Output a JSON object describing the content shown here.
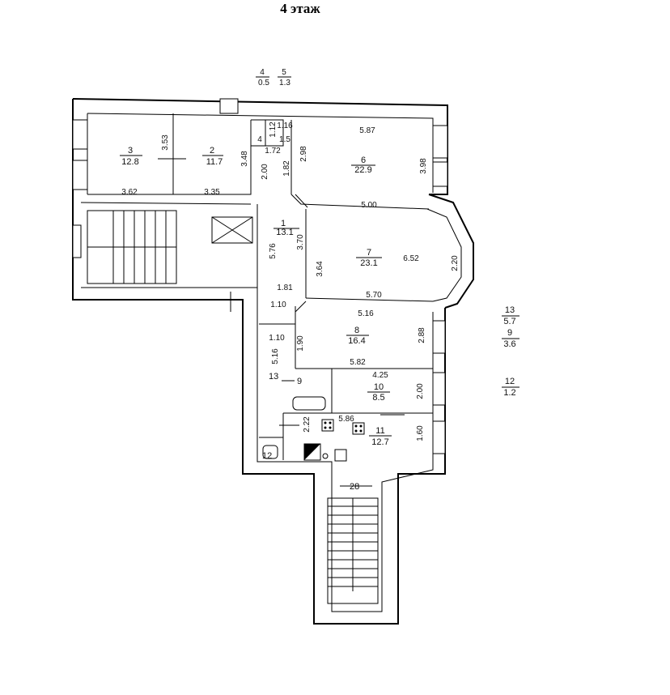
{
  "title": "4 этаж",
  "top_labels": [
    {
      "num": "4",
      "area": "0.5"
    },
    {
      "num": "5",
      "area": "1.3"
    }
  ],
  "rooms": [
    {
      "id": "3",
      "area": "12.8"
    },
    {
      "id": "2",
      "area": "11.7"
    },
    {
      "id": "6",
      "area": "22.9"
    },
    {
      "id": "1",
      "area": "13.1"
    },
    {
      "id": "7",
      "area": "23.1"
    },
    {
      "id": "8",
      "area": "16.4"
    },
    {
      "id": "10",
      "area": "8.5"
    },
    {
      "id": "11",
      "area": "12.7"
    }
  ],
  "side_labels": [
    {
      "num": "13",
      "area": "5.7"
    },
    {
      "num": "9",
      "area": "3.6"
    },
    {
      "num": "12",
      "area": "1.2"
    }
  ],
  "plain_labels": {
    "room9": "9",
    "room13": "13",
    "room12": "12",
    "stair_28": "28"
  },
  "dims": {
    "d353": "3.53",
    "d362": "3.62",
    "d335": "3.35",
    "d348": "3.48",
    "d116": "1.16",
    "d112": "1.12",
    "d15": "1.5",
    "d4": "4",
    "d172": "1.72",
    "d200a": "2.00",
    "d182": "1.82",
    "d298": "2.98",
    "d587": "5.87",
    "d398": "3.98",
    "d500": "5.00",
    "d576": "5.76",
    "d370": "3.70",
    "d364": "3.64",
    "d652": "6.52",
    "d220": "2.20",
    "d181": "1.81",
    "d570": "5.70",
    "d110a": "1.10",
    "d516a": "5.16",
    "d110b": "1.10",
    "d190": "1.90",
    "d288": "2.88",
    "d516b": "5.16",
    "d582": "5.82",
    "d425": "4.25",
    "d200b": "2.00",
    "d222": "2.22",
    "d586": "5.86",
    "d160": "1.60"
  }
}
